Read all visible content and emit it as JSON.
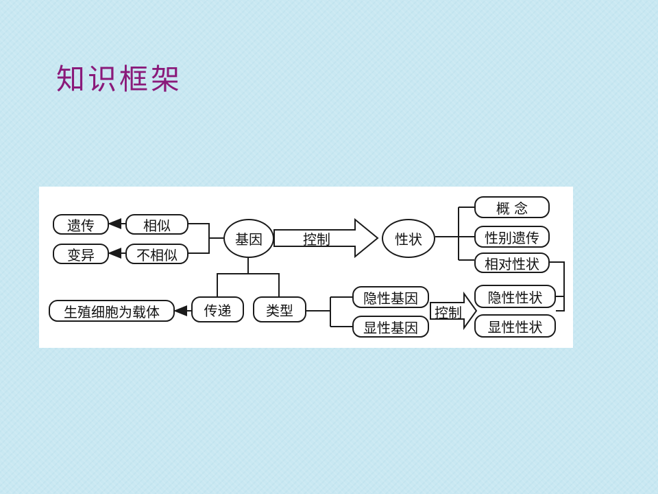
{
  "slide": {
    "title": "知识框架"
  },
  "diagram": {
    "center": "基因",
    "trait": "性状",
    "control_arrow_label": "控制",
    "similar": "相似",
    "dissimilar": "不相似",
    "heredity": "遗传",
    "variation": "变异",
    "transmission": "传递",
    "carrier": "生殖细胞为载体",
    "type": "类型",
    "recessive_gene": "隐性基因",
    "dominant_gene": "显性基因",
    "control_arrow_label_2": "控制",
    "concept": "概 念",
    "sex_linked": "性别遗传",
    "relative_trait": "相对性状",
    "recessive_trait": "隐性性状",
    "dominant_trait": "显性性状"
  }
}
